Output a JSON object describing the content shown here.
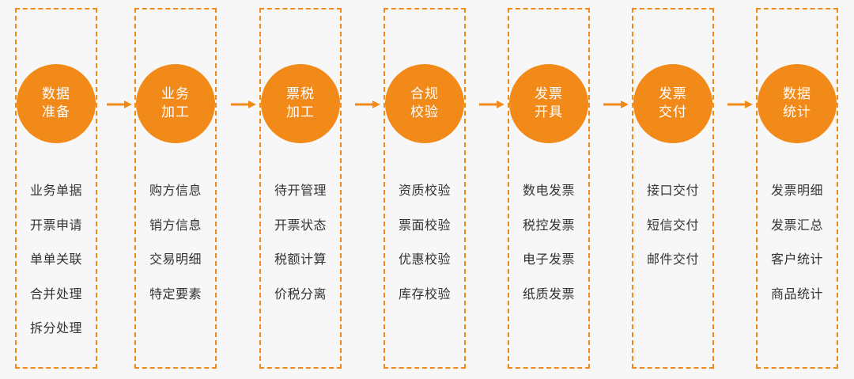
{
  "stages": [
    {
      "title": [
        "数据",
        "准备"
      ],
      "items": [
        "业务单据",
        "开票申请",
        "单单关联",
        "合并处理",
        "拆分处理"
      ]
    },
    {
      "title": [
        "业务",
        "加工"
      ],
      "items": [
        "购方信息",
        "销方信息",
        "交易明细",
        "特定要素"
      ]
    },
    {
      "title": [
        "票税",
        "加工"
      ],
      "items": [
        "待开管理",
        "开票状态",
        "税额计算",
        "价税分离"
      ]
    },
    {
      "title": [
        "合规",
        "校验"
      ],
      "items": [
        "资质校验",
        "票面校验",
        "优惠校验",
        "库存校验"
      ]
    },
    {
      "title": [
        "发票",
        "开具"
      ],
      "items": [
        "数电发票",
        "税控发票",
        "电子发票",
        "纸质发票"
      ]
    },
    {
      "title": [
        "发票",
        "交付"
      ],
      "items": [
        "接口交付",
        "短信交付",
        "邮件交付"
      ]
    },
    {
      "title": [
        "数据",
        "统计"
      ],
      "items": [
        "发票明细",
        "发票汇总",
        "客户统计",
        "商品统计"
      ]
    }
  ],
  "colors": {
    "accent": "#f28a1a",
    "text": "#333333",
    "background": "#f7f7f7"
  }
}
